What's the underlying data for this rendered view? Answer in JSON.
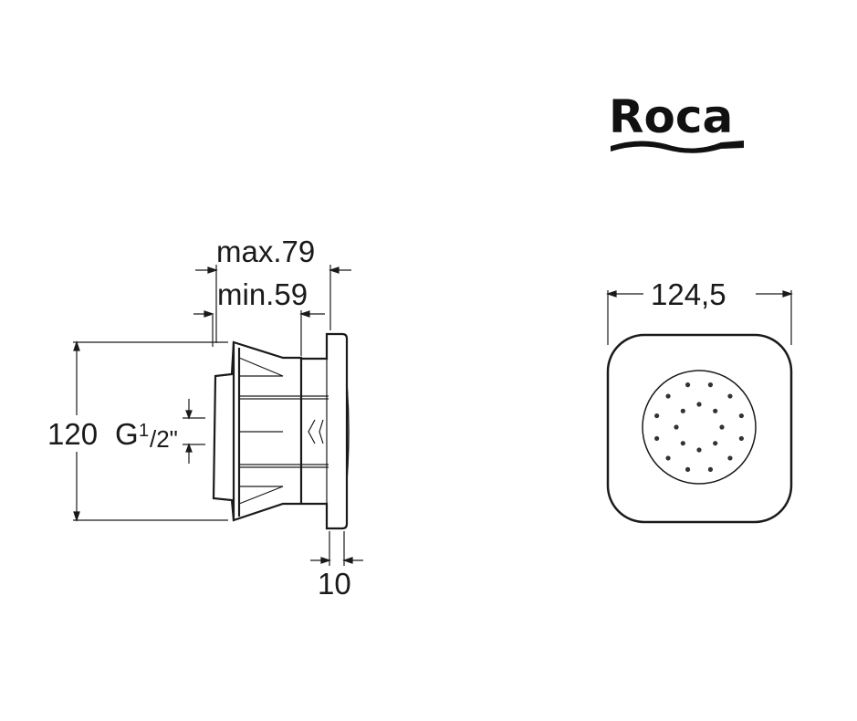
{
  "brand": {
    "logo_text": "Roca"
  },
  "side_view": {
    "max_label": "max.79",
    "min_label": "min.59",
    "height_label": "120",
    "thread_label": "G",
    "thread_fraction_num": "1",
    "thread_fraction_den": "/2\"",
    "flange_label": "10"
  },
  "front_view": {
    "width_label": "124,5"
  },
  "colors": {
    "line": "#1a1a1a"
  }
}
